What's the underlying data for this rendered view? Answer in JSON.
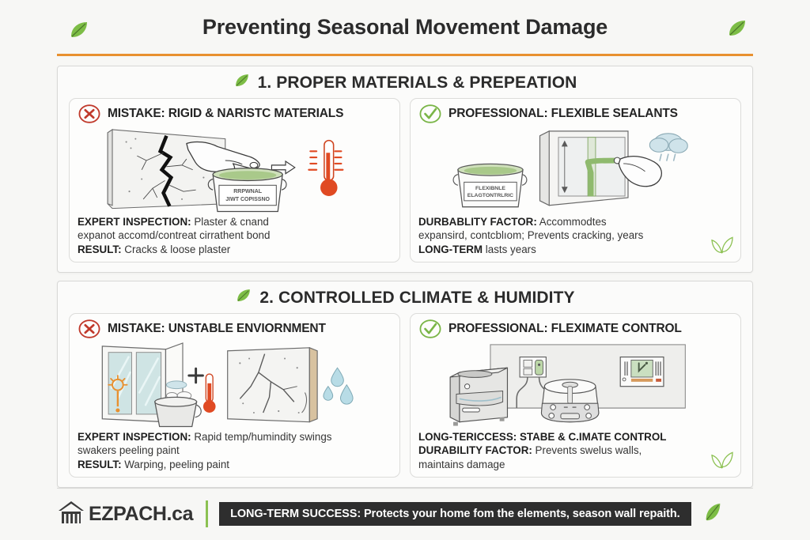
{
  "header": {
    "title": "Preventing Seasonal Movement Damage",
    "accent_rule_color": "#e8902f",
    "leaf_left": "leaf-icon",
    "leaf_right": "leaf-icon"
  },
  "sections": [
    {
      "number": "1.",
      "title": "1. PROPER MATERIALS & PREPEATION",
      "leaf": "leaf-icon",
      "cards": [
        {
          "kind": "mistake",
          "badge": "x-circle-icon",
          "badge_color": "#c0392b",
          "title": "MISTAKE: RIGID & NARISTC MATERIALS",
          "illustration": "cracked-wall-pointing-hand-paint-can-thermometer",
          "illustration_labels": {
            "can_line1": "RRPWNAL",
            "can_line2": "JIWT COPISSNO"
          },
          "body": [
            {
              "label": "EXPERT INSPECTION:",
              "text": " Plaster & cnand"
            },
            {
              "label": "",
              "text": "expanot accomd/contreat cirrathent bond"
            },
            {
              "label": "RESULT:",
              "text": " Cracks & loose plaster"
            }
          ],
          "corner_leaf": false
        },
        {
          "kind": "professional",
          "badge": "check-circle-icon",
          "badge_color": "#7ab547",
          "title": "PROFESSIONAL: FLEXIBLE SEALANTS",
          "illustration": "sealant-bucket-window-caulking-hand-rain-cloud",
          "illustration_labels": {
            "can_line1": "FLEXIBNLE",
            "can_line2": "ELAGTONTRLRIC"
          },
          "body": [
            {
              "label": "DURBABLITY FACTOR:",
              "text": " Accommodtes"
            },
            {
              "label": "",
              "text": "expansird, contcblıom; Prevents cracking, years"
            },
            {
              "label": "LONG-TERM",
              "text": "   lasts years"
            }
          ],
          "corner_leaf": true
        }
      ]
    },
    {
      "number": "2.",
      "title": "2. CONTROLLED CLIMATE & HUMIDITY",
      "leaf": "leaf-icon",
      "cards": [
        {
          "kind": "mistake",
          "badge": "x-circle-icon",
          "badge_color": "#c0392b",
          "title": "MISTAKE: UNSTABLE ENVIORNMENT",
          "illustration": "open-window-bucket-thermometer-cracked-panel-water-drops",
          "illustration_labels": {},
          "body": [
            {
              "label": "EXPERT INSPECTION:",
              "text": " Rapid temp/humindity swings"
            },
            {
              "label": "",
              "text": "swakers  peeling paint"
            },
            {
              "label": "RESULT:",
              "text": " Warping, peeling paint"
            }
          ],
          "corner_leaf": false
        },
        {
          "kind": "professional",
          "badge": "check-circle-icon",
          "badge_color": "#7ab547",
          "title": "PROFESSIONAL: FLEXIMATE CONTROL",
          "illustration": "dehumidifier-humidifier-outlet-thermostat-panel",
          "illustration_labels": {},
          "body": [
            {
              "label": "LONG-TERICCESS: STABE & C.IMATE CONTROL",
              "text": ""
            },
            {
              "label": "DURABILITY FACTOR:",
              "text": " Prevents swelus walls,"
            },
            {
              "label": "",
              "text": "maintains damage"
            }
          ],
          "corner_leaf": true
        }
      ]
    }
  ],
  "footer": {
    "brand_icon": "house-logo-icon",
    "brand_name": "EZPACH.ca",
    "divider_color": "#8cc152",
    "banner_text": "LONG-TERM SUCCESS: Protects your home fom the elements, season wall repaith.",
    "banner_bg": "#2e2e2e",
    "leaf": "leaf-icon"
  }
}
